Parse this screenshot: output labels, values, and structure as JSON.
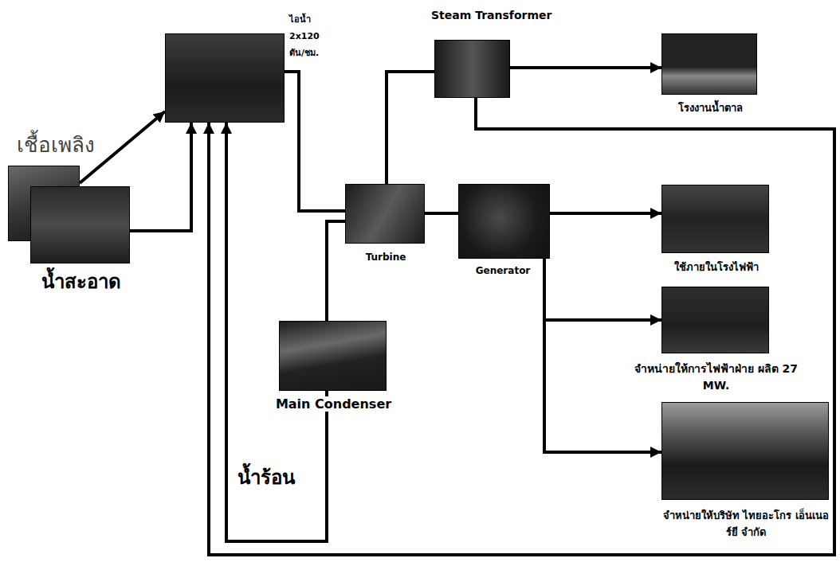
{
  "diagram": {
    "nodes": [
      {
        "text": [
          "เชื้อเพลิง"
        ]
      },
      {
        "text": [
          "ไอน้ำ 2x120 ตัน/ชม."
        ]
      },
      {
        "text": [
          "Steam Transformer"
        ]
      },
      {
        "text": [
          "โรงงานน้ำตาล"
        ]
      },
      {
        "text": [
          "น้ำสะอาด"
        ]
      },
      {
        "text": [
          "Turbine"
        ]
      },
      {
        "text": [
          "Generator"
        ]
      },
      {
        "text": [
          "Main Condenser"
        ]
      },
      {
        "text": [
          "ใช้ภายในโรงไฟฟ้า"
        ]
      },
      {
        "text": [
          "จำหน่ายให้การไฟฟ้าฝ่าย ผลิต 27 MW."
        ]
      },
      {
        "text": [
          "จำหน่ายให้บริษัท ไทยอะโกร เอ็นเนอร์ยี จำกัด"
        ]
      }
    ],
    "edges": [
      {
        "from": 0,
        "to": 1,
        "arrow": "to"
      },
      {
        "from": 4,
        "to": 1,
        "arrow": "to"
      },
      {
        "from": 1,
        "to": 5,
        "arrow": "none"
      },
      {
        "from": 5,
        "to": 2,
        "arrow": "none"
      },
      {
        "from": 2,
        "to": 3,
        "arrow": "to"
      },
      {
        "from": 2,
        "to": 1,
        "arrow": "to"
      },
      {
        "from": 7,
        "to": 1,
        "arrow": "to"
      },
      {
        "from": 5,
        "to": 7,
        "arrow": "none"
      },
      {
        "from": 5,
        "to": 6,
        "arrow": "none"
      },
      {
        "from": 6,
        "to": 8,
        "arrow": "to"
      },
      {
        "from": 6,
        "to": 9,
        "arrow": "to"
      },
      {
        "from": 6,
        "to": 10,
        "arrow": "to"
      }
    ],
    "labels": [
      "น้ำร้อน"
    ]
  }
}
